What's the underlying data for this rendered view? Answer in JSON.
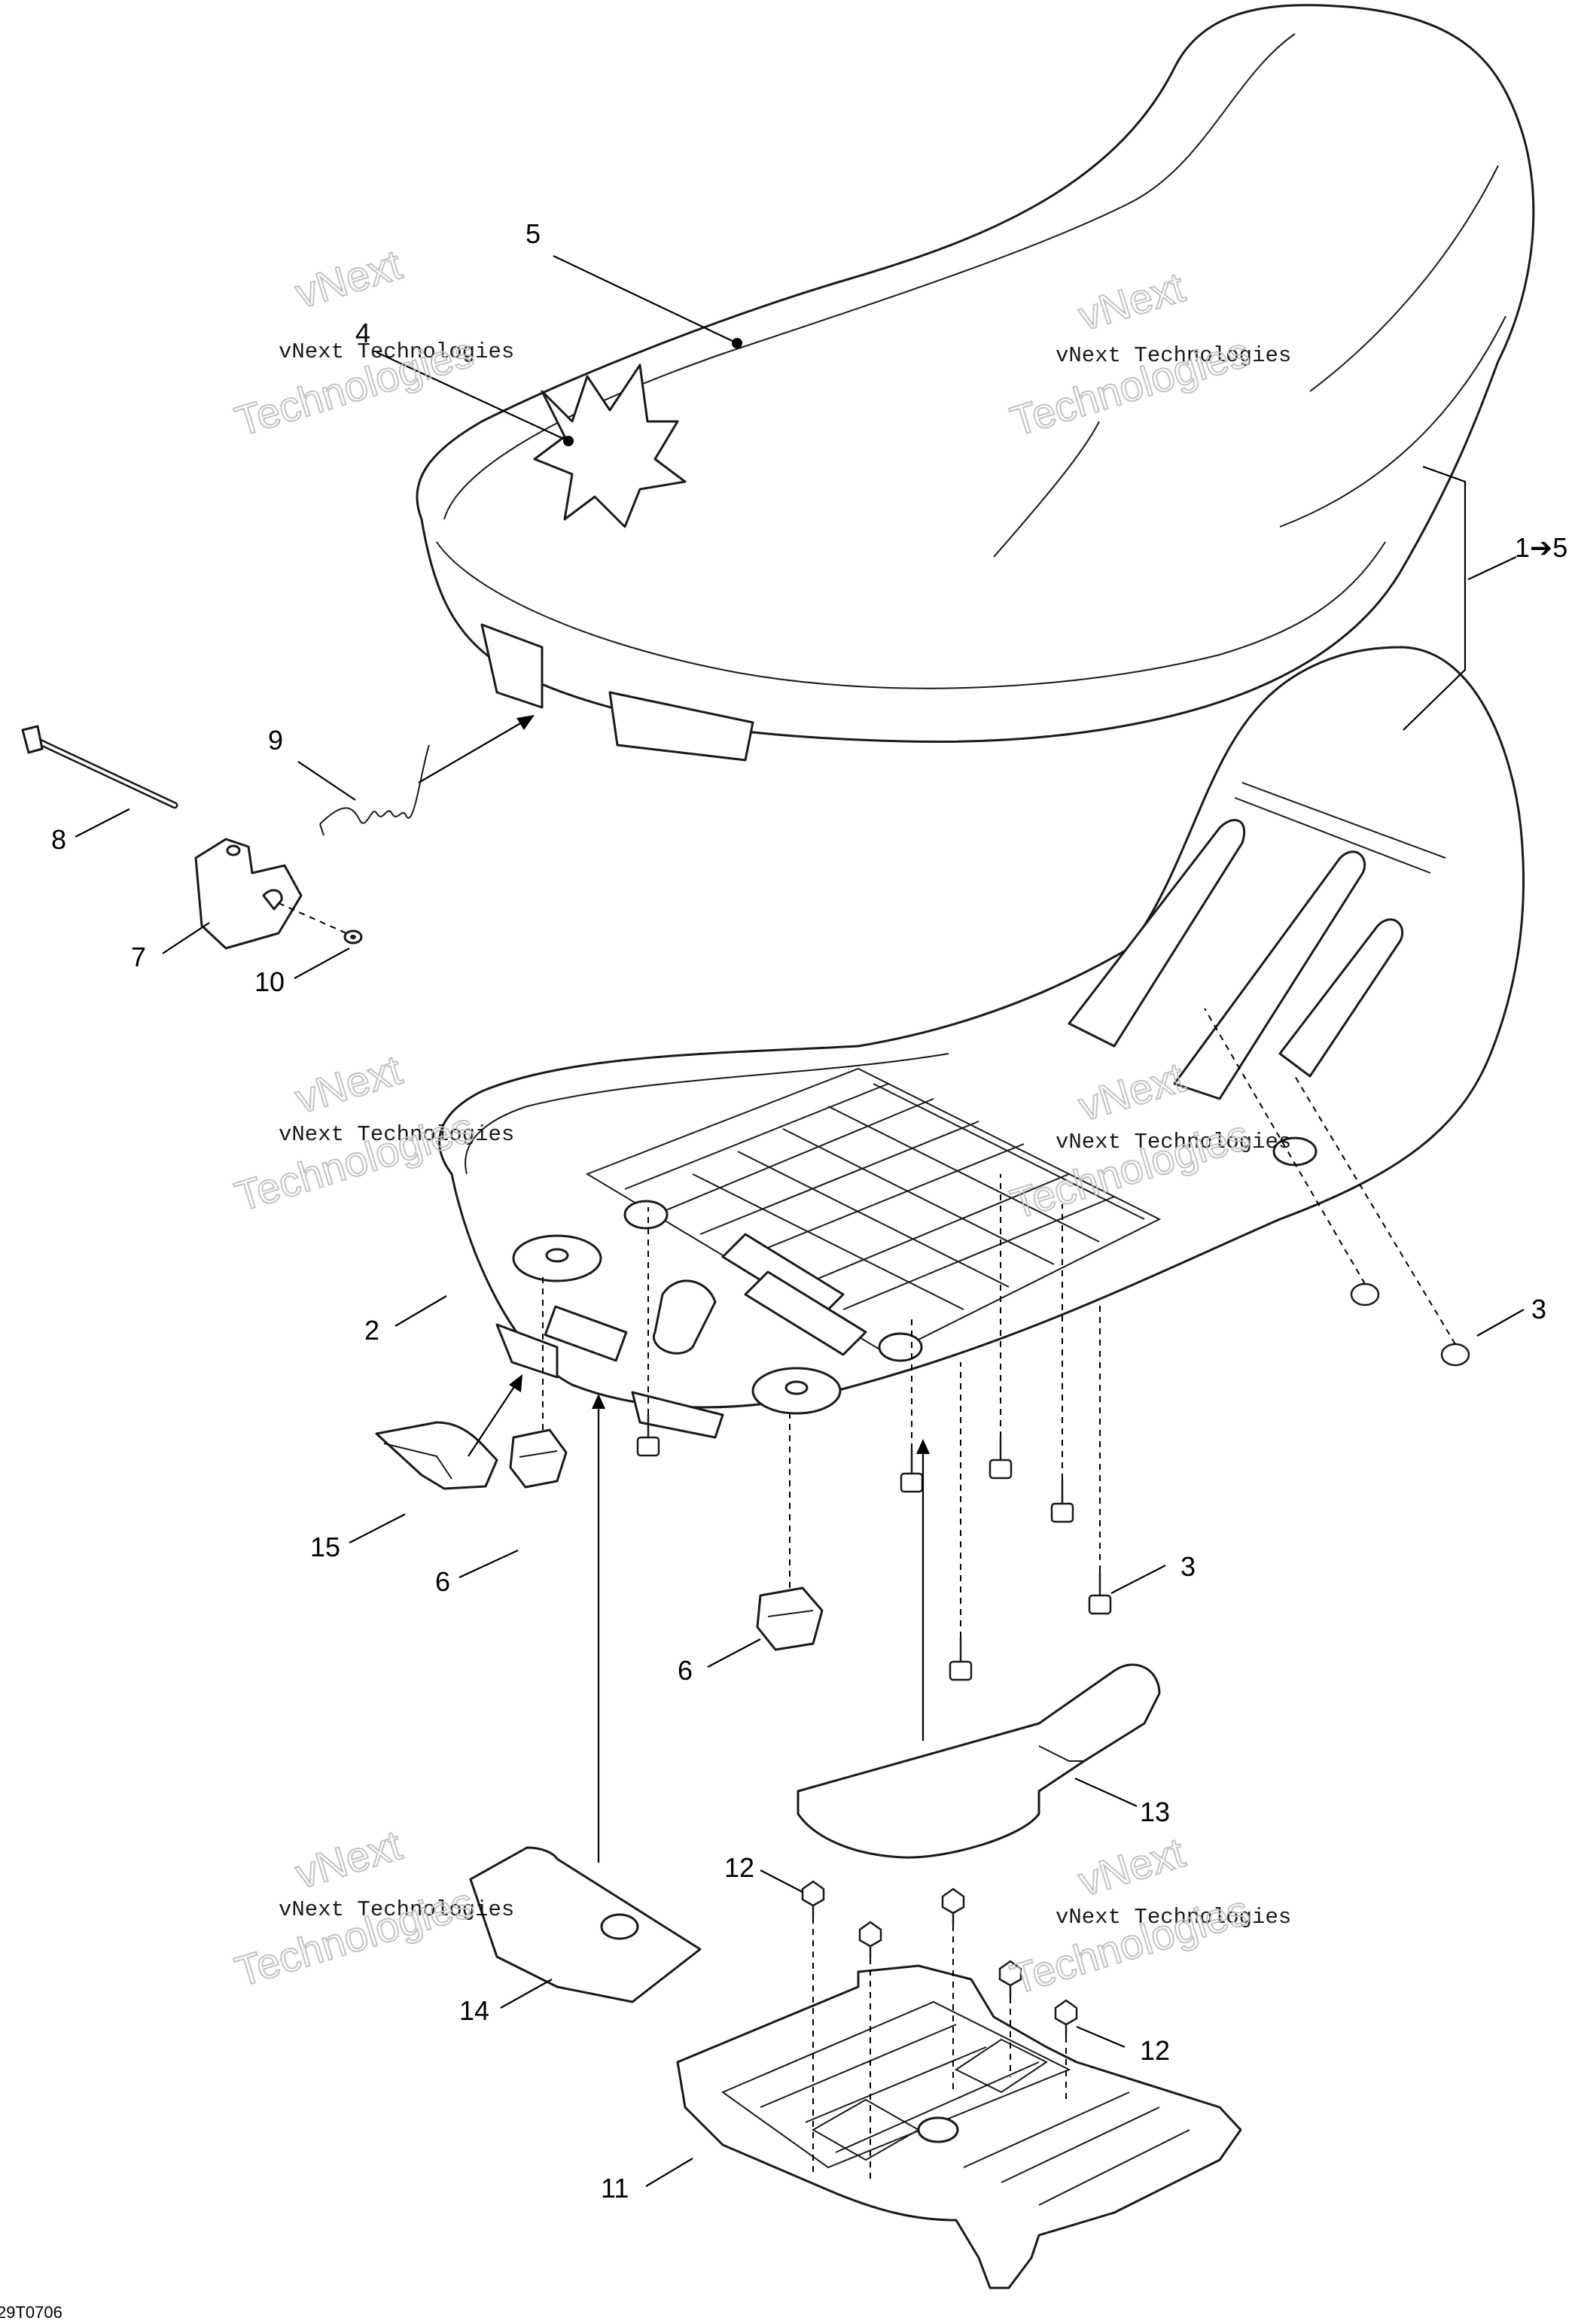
{
  "callouts": {
    "c1": "1",
    "c1_arrow": "➔",
    "c1_end": "5",
    "c2": "2",
    "c3a": "3",
    "c3b": "3",
    "c4": "4",
    "c5": "5",
    "c6a": "6",
    "c6b": "6",
    "c7": "7",
    "c8": "8",
    "c9": "9",
    "c10": "10",
    "c11": "11",
    "c12a": "12",
    "c12b": "12",
    "c13": "13",
    "c14": "14",
    "c15": "15"
  },
  "watermark": {
    "line_small": "vNext Technologies",
    "line_top": "vNext",
    "line_big": "Technologies"
  },
  "drawing_code": "29T0706"
}
